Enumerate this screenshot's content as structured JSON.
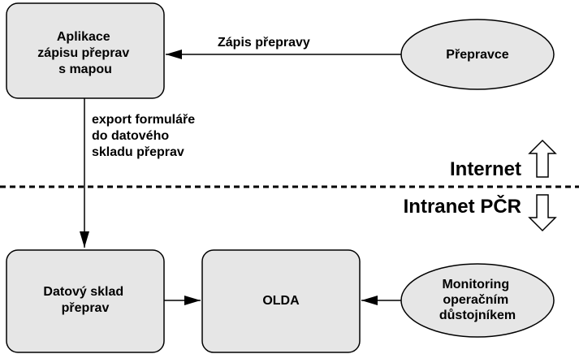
{
  "nodes": {
    "app": {
      "lines": [
        "Aplikace",
        "zápisu přeprav",
        "s mapou"
      ]
    },
    "carrier": {
      "lines": [
        "Přepravce"
      ]
    },
    "warehouse": {
      "lines": [
        "Datový sklad",
        "přeprav"
      ]
    },
    "olda": {
      "lines": [
        "OLDA"
      ]
    },
    "monitoring": {
      "lines": [
        "Monitoring",
        "operačním",
        "důstojníkem"
      ]
    }
  },
  "edges": {
    "carrier_to_app": {
      "label": "Zápis přepravy"
    },
    "app_to_warehouse": {
      "lines": [
        "export formuláře",
        "do datového",
        "skladu přeprav"
      ]
    }
  },
  "zones": {
    "internet": "Internet",
    "intranet": "Intranet PČR"
  },
  "colors": {
    "box_fill": "#e6e6e6",
    "stroke": "#000000",
    "arrow_fill": "#ffffff"
  }
}
